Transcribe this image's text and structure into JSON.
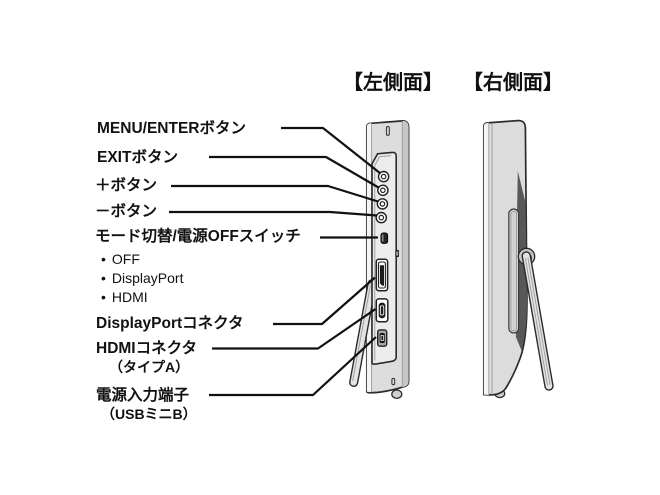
{
  "headers": {
    "left_view": "【左側面】",
    "right_view": "【右側面】"
  },
  "callouts": {
    "menu_enter": "MENU/ENTERボタン",
    "exit": "EXITボタン",
    "plus": "＋ボタン",
    "minus": "－ボタン",
    "mode_switch": "モード切替/電源OFFスイッチ",
    "bullet": "•",
    "mode_options": [
      "OFF",
      "DisplayPort",
      "HDMI"
    ],
    "displayport": "DisplayPortコネクタ",
    "hdmi": "HDMIコネクタ",
    "hdmi_sub": "（タイプA）",
    "power": "電源入力端子",
    "power_sub": "（USBミニB）"
  },
  "colors": {
    "line": "#111111",
    "device_body": "#dcdcdc",
    "device_front_strip": "#f4f4f4",
    "device_back_shade": "#c7c7c7",
    "panel_face": "#ececec",
    "dark_recess": "#585858",
    "port_dark": "#1c1c1c",
    "leg_fill": "#e3e3e3"
  }
}
